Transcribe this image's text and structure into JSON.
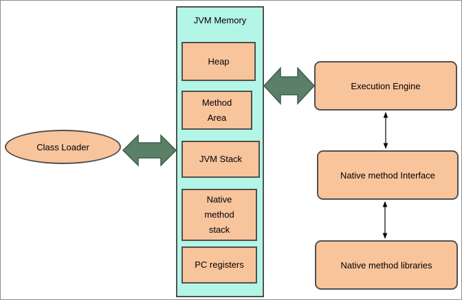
{
  "diagram": {
    "jvm_memory": {
      "title": "JVM Memory",
      "areas": {
        "heap": "Heap",
        "method_area_line1": "Method",
        "method_area_line2": "Area",
        "jvm_stack": "JVM Stack",
        "native_stack_line1": "Native",
        "native_stack_line2": "method",
        "native_stack_line3": "stack",
        "pc_registers": "PC registers"
      }
    },
    "class_loader": "Class Loader",
    "execution_engine": "Execution Engine",
    "native_interface": "Native method Interface",
    "native_libraries": "Native method libraries"
  },
  "colors": {
    "memory_panel": "#b3f5e6",
    "box_fill": "#f8c49c",
    "border": "#4f4f4f",
    "block_arrow": "#5a8168"
  }
}
